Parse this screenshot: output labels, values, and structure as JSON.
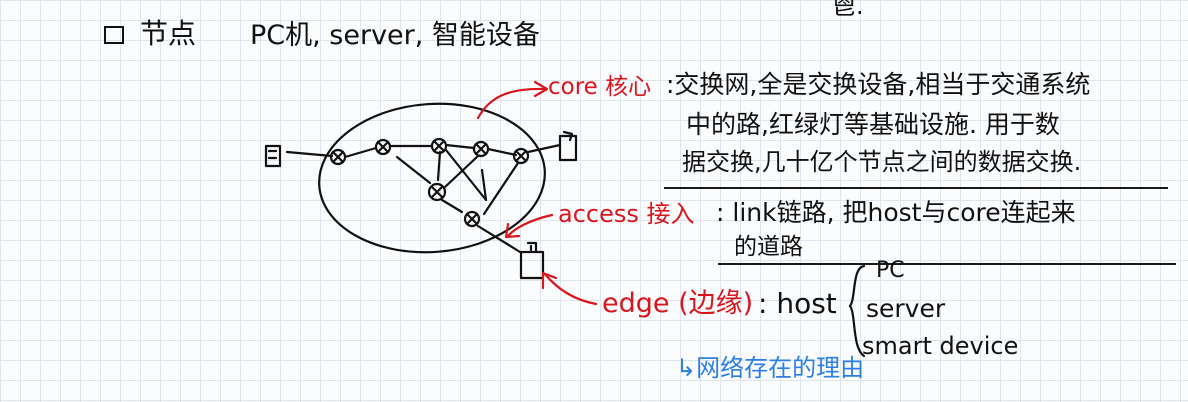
{
  "colors": {
    "ink": "#111111",
    "red_ink": "#d9161c",
    "blue_ink": "#2d7fe6",
    "grid": "#dfe5ee",
    "paper": "#fbfcfd"
  },
  "icons": {
    "checkbox": "checkbox-icon",
    "host": "host-box-icon"
  },
  "notes": {
    "top_right_fragment": "鬯.",
    "heading": {
      "title": "节点",
      "items": "PC机, server, 智能设备"
    },
    "core": {
      "label": "core 核心",
      "text_line1": ":交换网,全是交换设备,相当于交通系统",
      "text_line2": "中的路,红绿灯等基础设施. 用于数",
      "text_line3": "据交换,几十亿个节点之间的数据交换."
    },
    "access": {
      "label": "access 接入",
      "text_line1": ": link链路, 把host与core连起来",
      "text_line2": "的道路"
    },
    "edge": {
      "label": "edge (边缘)",
      "text": ": host",
      "host_types": [
        "PC",
        "server",
        "smart device"
      ],
      "blue_note": "↳网络存在的理由"
    }
  }
}
